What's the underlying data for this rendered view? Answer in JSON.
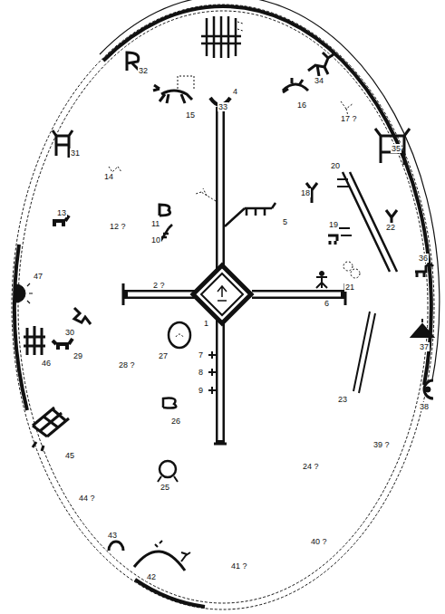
{
  "diagram": {
    "labels": [
      "32",
      "33",
      "34",
      "15",
      "4",
      "16",
      "17 ?",
      "35",
      "31",
      "14",
      "11",
      "10",
      "12 ?",
      "13",
      "5",
      "18",
      "20",
      "19",
      "22",
      "21",
      "2 ?",
      "6",
      "1",
      "47",
      "30",
      "36",
      "37",
      "46",
      "29",
      "27",
      "7",
      "8",
      "9",
      "28 ?",
      "23",
      "38",
      "45",
      "26",
      "24 ?",
      "39 ?",
      "44 ?",
      "25",
      "40 ?",
      "43",
      "42",
      "41 ?"
    ]
  }
}
